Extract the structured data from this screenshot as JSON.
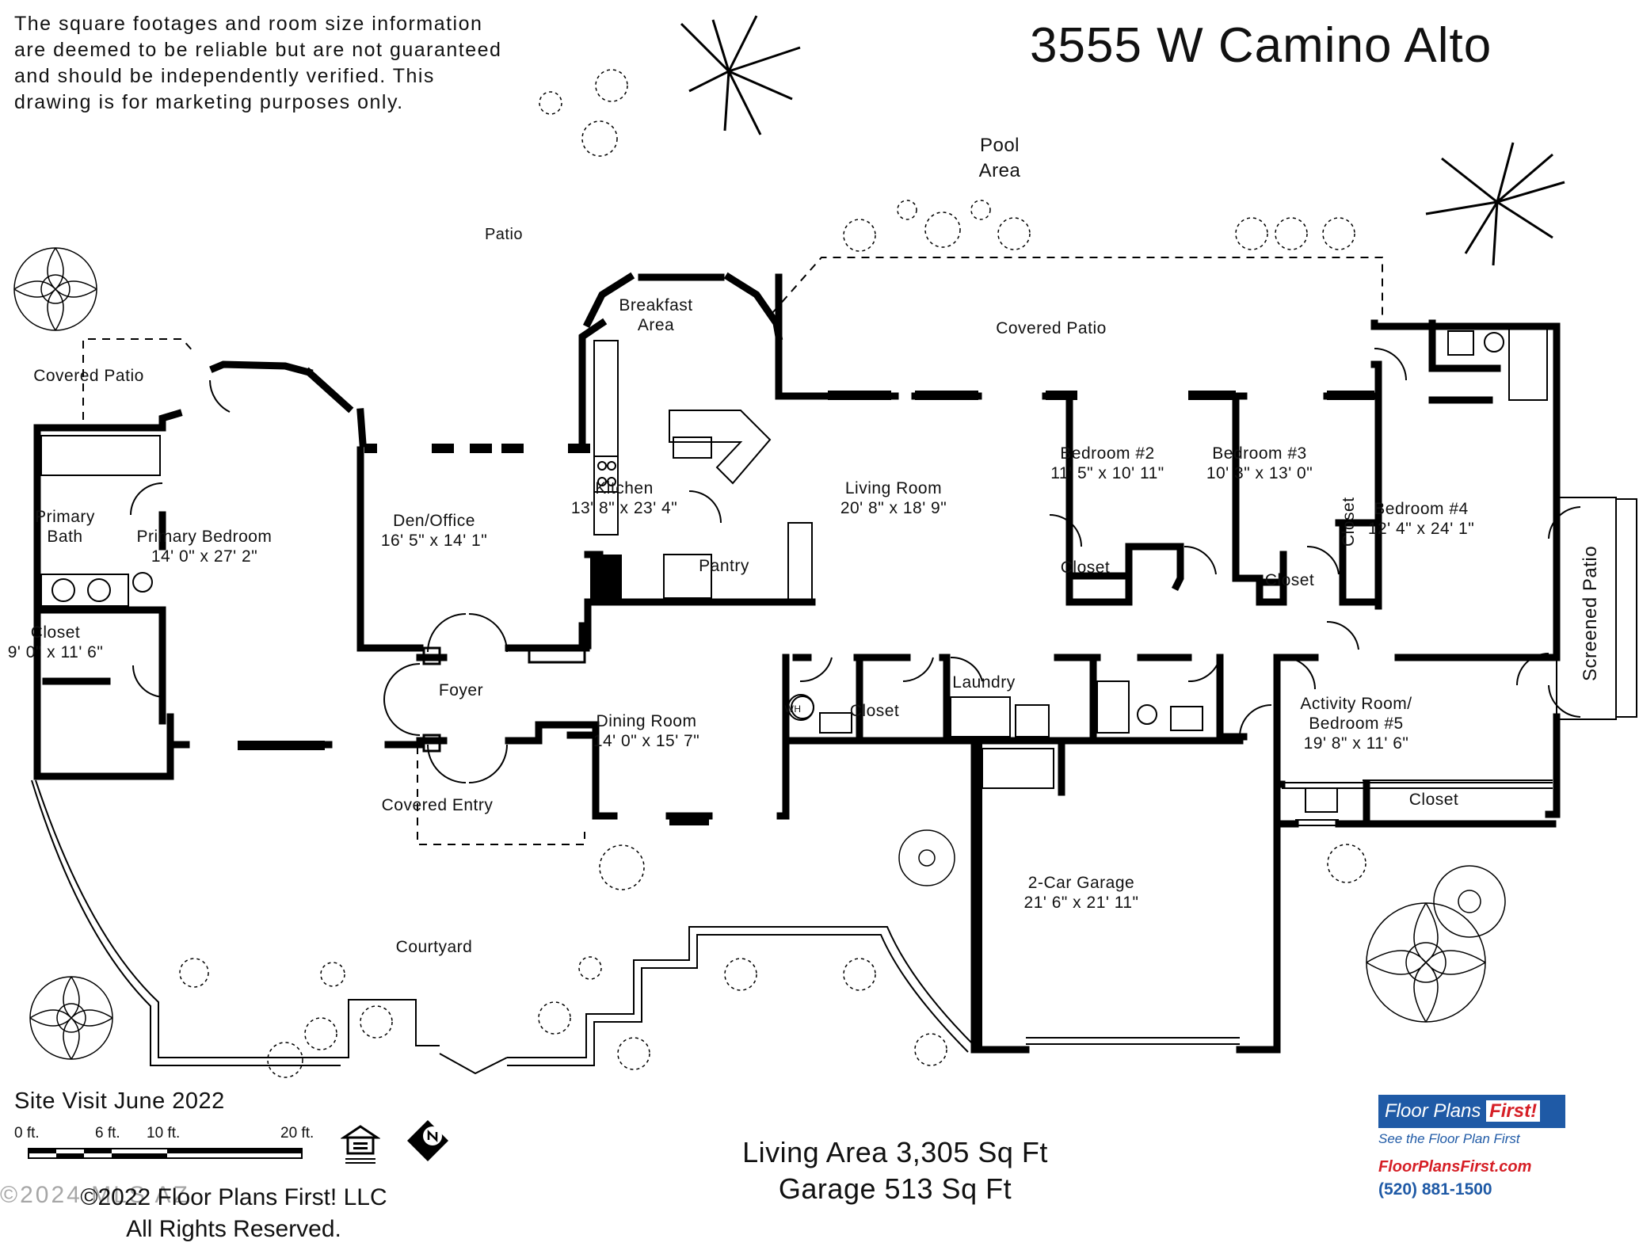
{
  "disclaimer": [
    "The square footages and room size information",
    "are deemed to be reliable but are not guaranteed",
    "and should be independently verified. This",
    "drawing is for marketing purposes only."
  ],
  "address": "3555 W Camino Alto",
  "labels": {
    "pool_area": [
      "Pool",
      "Area"
    ],
    "patio": "Patio",
    "breakfast_area": [
      "Breakfast",
      "Area"
    ],
    "covered_patio_main": "Covered Patio",
    "covered_patio_west": "Covered Patio",
    "primary_bath": [
      "Primary",
      "Bath"
    ],
    "primary_bedroom": [
      "Primary Bedroom",
      "14' 0\" x 27' 2\""
    ],
    "den_office": [
      "Den/Office",
      "16' 5\" x 14' 1\""
    ],
    "kitchen": [
      "Kitchen",
      "13' 8\" x 23' 4\""
    ],
    "pantry": "Pantry",
    "living_room": [
      "Living Room",
      "20' 8\" x 18' 9\""
    ],
    "bedroom2": [
      "Bedroom #2",
      "11' 5\" x 10' 11\""
    ],
    "bedroom3": [
      "Bedroom #3",
      "10' 3\" x 13' 0\""
    ],
    "bedroom4": [
      "Bedroom #4",
      "12' 4\" x 24' 1\""
    ],
    "closet_b2": "Closet",
    "closet_b3a": "Closet",
    "closet_b3b": "Closet",
    "screened_patio": "Screened Patio",
    "closet_primary": [
      "Closet",
      "9' 0\" x 11' 6\""
    ],
    "foyer": "Foyer",
    "dining_room": [
      "Dining Room",
      "14' 0\" x 15' 7\""
    ],
    "closet_hall": "Closet",
    "laundry": "Laundry",
    "water_heater": "WH",
    "activity_room": [
      "Activity Room/",
      "Bedroom #5",
      "19' 8\" x 11' 6\""
    ],
    "closet_activity": "Closet",
    "covered_entry": "Covered Entry",
    "garage": [
      "2-Car Garage",
      "21' 6\" x 21' 11\""
    ],
    "courtyard": "Courtyard"
  },
  "site_visit": "Site Visit June 2022",
  "scale_ticks": [
    "0 ft.",
    "6 ft.",
    "10 ft.",
    "20 ft."
  ],
  "areas": [
    "Living Area 3,305 Sq Ft",
    "Garage 513 Sq Ft"
  ],
  "copyright": [
    "©2022 Floor Plans First! LLC",
    "All Rights Reserved."
  ],
  "watermark": "©2024 MLS AZ",
  "brand": {
    "name": "Floor Plans",
    "name_accent": "First!",
    "tagline": "See the Floor Plan First",
    "url": "FloorPlansFirst.com",
    "phone": "(520) 881-1500",
    "primary_color": "#1f5aa6",
    "accent_color": "#d61f26"
  },
  "icons": [
    "equal-housing-opportunity-icon",
    "north-arrow-icon"
  ]
}
